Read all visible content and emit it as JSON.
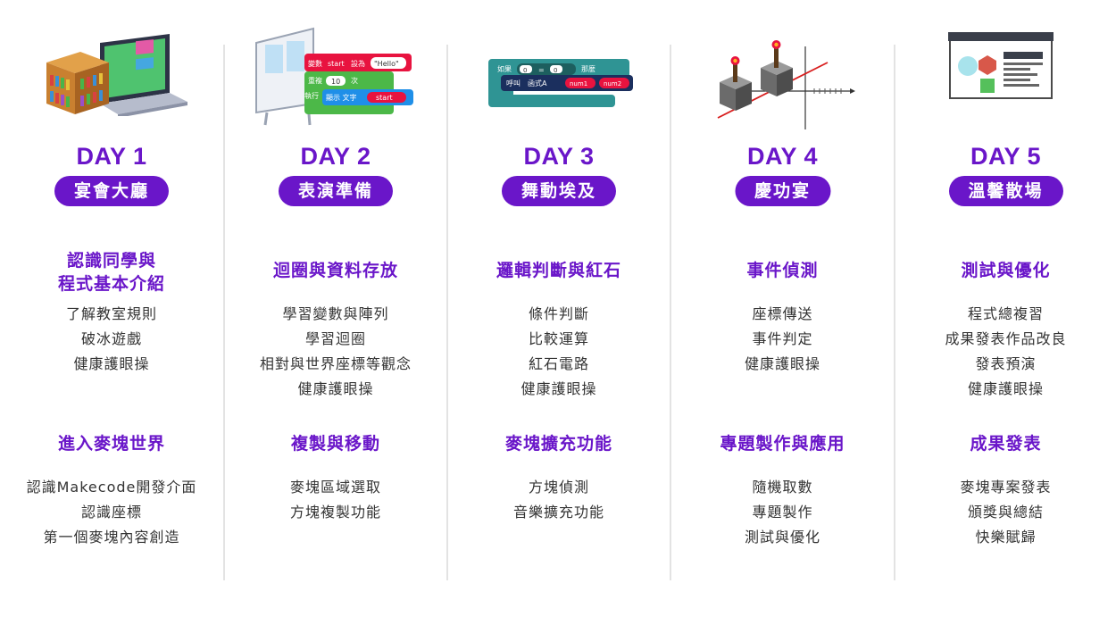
{
  "colors": {
    "accent": "#6a16c9",
    "pill_text": "#ffffff",
    "text": "#333333",
    "divider": "#e3e3e3"
  },
  "days": [
    {
      "illustration": "laptop-bookshelf-icon",
      "day": "DAY 1",
      "theme": "宴會大廳",
      "sections": [
        {
          "title": "認識同學與\n程式基本介紹",
          "items": [
            "了解教室規則",
            "破冰遊戲",
            "健康護眼操"
          ]
        },
        {
          "title": "進入麥塊世界",
          "items": [
            "認識Makecode開發介面",
            "認識座標",
            "第一個麥塊內容創造"
          ]
        }
      ]
    },
    {
      "illustration": "whiteboard-code-blocks-icon",
      "day": "DAY 2",
      "theme": "表演準備",
      "code_blocks": {
        "set_var": "變數",
        "set_name": "start",
        "set_to": "設為",
        "set_value": "\"Hello\"",
        "repeat": "重複",
        "repeat_count": "10",
        "repeat_unit": "次",
        "exec": "執行",
        "show_text": "顯示 文字",
        "show_value": "start"
      },
      "sections": [
        {
          "title": "迴圈與資料存放",
          "items": [
            "學習變數與陣列",
            "學習迴圈",
            "相對與世界座標等觀念",
            "健康護眼操"
          ]
        },
        {
          "title": "複製與移動",
          "items": [
            "麥塊區域選取",
            "方塊複製功能"
          ]
        }
      ]
    },
    {
      "illustration": "if-block-icon",
      "day": "DAY 3",
      "theme": "舞動埃及",
      "code_blocks": {
        "if": "如果",
        "left": "0",
        "op": "=",
        "right": "0",
        "then": "那麼",
        "call": "呼叫",
        "func": "函式A",
        "arg1": "num1",
        "arg2": "num2"
      },
      "sections": [
        {
          "title": "邏輯判斷與紅石",
          "items": [
            "條件判斷",
            "比較運算",
            "紅石電路",
            "健康護眼操"
          ]
        },
        {
          "title": "麥塊擴充功能",
          "items": [
            "方塊偵測",
            "音樂擴充功能"
          ]
        }
      ]
    },
    {
      "illustration": "redstone-torch-axes-icon",
      "day": "DAY 4",
      "theme": "慶功宴",
      "sections": [
        {
          "title": "事件偵測",
          "items": [
            "座標傳送",
            "事件判定",
            "健康護眼操"
          ]
        },
        {
          "title": "專題製作與應用",
          "items": [
            "隨機取數",
            "專題製作",
            "測試與優化"
          ]
        }
      ]
    },
    {
      "illustration": "presentation-board-icon",
      "day": "DAY 5",
      "theme": "溫馨散場",
      "sections": [
        {
          "title": "測試與優化",
          "items": [
            "程式總複習",
            "成果發表作品改良",
            "發表預演",
            "健康護眼操"
          ]
        },
        {
          "title": "成果發表",
          "items": [
            "麥塊專案發表",
            "頒獎與總結",
            "快樂賦歸"
          ]
        }
      ]
    }
  ]
}
